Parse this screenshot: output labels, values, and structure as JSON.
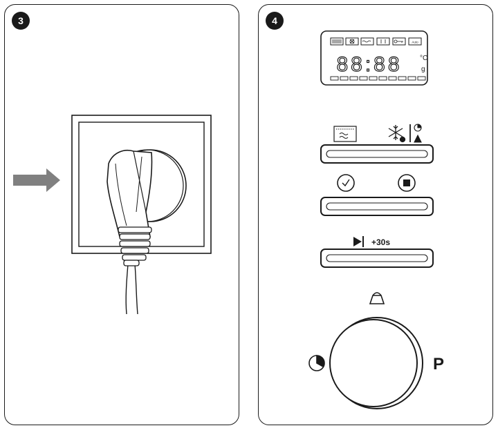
{
  "steps": {
    "plug": {
      "number": "3"
    },
    "panel": {
      "number": "4"
    }
  },
  "display": {
    "digits": "88:88",
    "unit_temp": "°C",
    "unit_weight": "g",
    "icons": [
      "grill-icon",
      "fan-icon",
      "microwave-icon",
      "combi-icon",
      "key-lock-icon",
      "auto-icon"
    ],
    "auto_label": "Auto"
  },
  "buttons": {
    "quick_start_label": "+30s"
  },
  "dial": {
    "right_label": "P"
  },
  "colors": {
    "line": "#1a1a1a",
    "arrow": "#808080"
  }
}
